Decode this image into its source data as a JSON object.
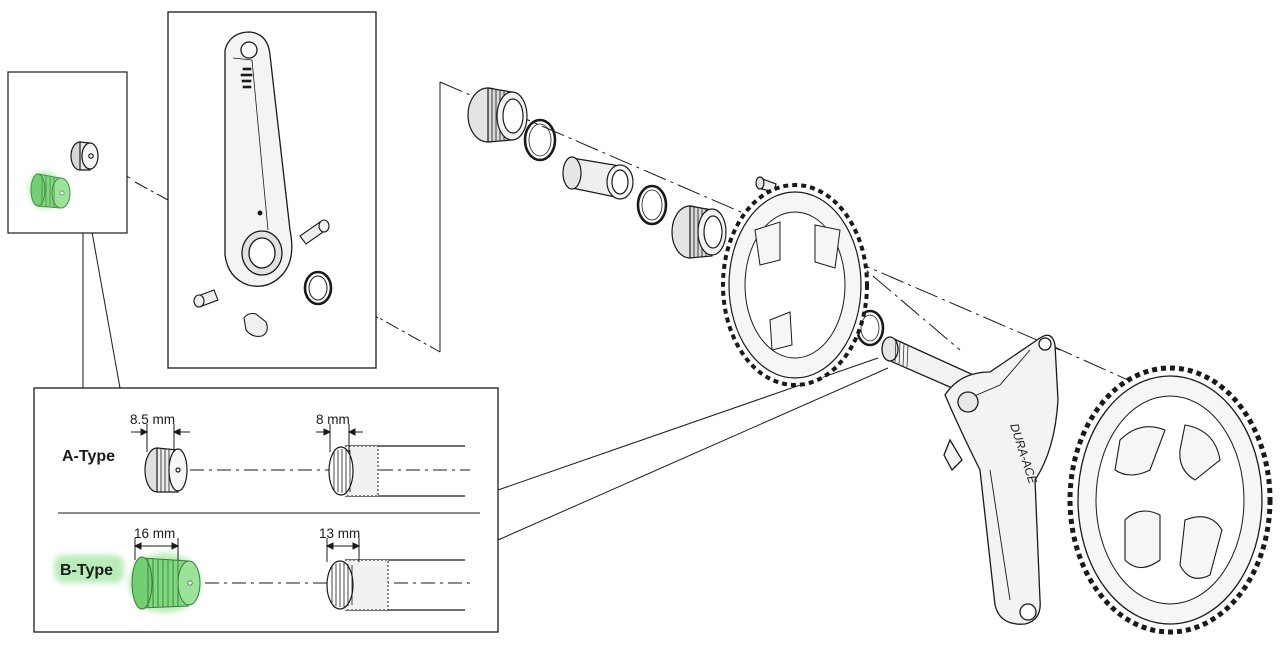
{
  "labels": {
    "a_type": "A-Type",
    "b_type": "B-Type",
    "a_bolt_length": "8.5 mm",
    "a_thread_depth": "8 mm",
    "b_bolt_length": "16 mm",
    "b_thread_depth": "13 mm"
  },
  "crank_branding": "DURA-ACE",
  "colors": {
    "highlight": "#7ed87e",
    "highlight_glow": "#b9ecb9",
    "line": "#1a1a1a",
    "fill": "#f4f4f4"
  }
}
